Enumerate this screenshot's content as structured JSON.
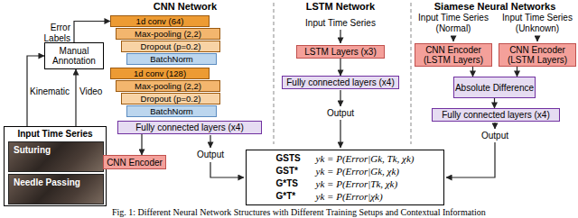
{
  "diagram": {
    "caption": "Fig. 1: Different Neural Network Structures with Different Training Setups and Contextual Information",
    "nodes": [
      {
        "text": [
          "Manual Annotation"
        ]
      },
      {
        "text": [
          "Input Time Series"
        ]
      },
      {
        "text": [
          "Suturing"
        ],
        "in": 1
      },
      {
        "text": [
          "Needle Passing"
        ],
        "in": 1
      },
      {
        "text": [
          "1d conv (64)"
        ]
      },
      {
        "text": [
          "Max-pooling (2,2)"
        ]
      },
      {
        "text": [
          "Dropout (p=0.2)"
        ]
      },
      {
        "text": [
          "BatchNorm"
        ]
      },
      {
        "text": [
          "1d conv (128)"
        ]
      },
      {
        "text": [
          "Max-pooling (2,2)"
        ]
      },
      {
        "text": [
          "Dropout (p=0.2)"
        ]
      },
      {
        "text": [
          "BatchNorm"
        ]
      },
      {
        "text": [
          "Fully connected layers (x4)"
        ]
      },
      {
        "text": [
          "CNN Encoder"
        ]
      },
      {
        "text": [
          "LSTM Layers (x3)"
        ]
      },
      {
        "text": [
          "Fully connected layers (x4)"
        ]
      },
      {
        "text": [
          "CNN Encoder (LSTM Layers)"
        ]
      },
      {
        "text": [
          "CNN Encoder (LSTM Layers)"
        ]
      },
      {
        "text": [
          "Absolute Difference"
        ]
      },
      {
        "text": [
          "Fully connected layers (x4)"
        ]
      },
      {
        "text": [
          "GSTS",
          "yk = P(Error|Gk, Tk, χk)",
          "GST*",
          "yk = P(Error|Gk, χk)",
          "G*TS",
          "yk = P(Error|Tk, χk)",
          "G*T*",
          "yk = P(Error|χk)"
        ]
      }
    ],
    "edges": [
      {
        "from": 1,
        "to": 0,
        "arrow": "to"
      },
      {
        "from": 1,
        "to": 0,
        "arrow": "to"
      },
      {
        "from": 0,
        "to": 4,
        "arrow": "to"
      },
      {
        "from": 12,
        "to": 13,
        "arrow": "to"
      },
      {
        "from": 14,
        "to": 15,
        "arrow": "to"
      },
      {
        "from": 16,
        "to": 18,
        "arrow": "to"
      },
      {
        "from": 17,
        "to": 18,
        "arrow": "to"
      },
      {
        "from": 18,
        "to": 19,
        "arrow": "to"
      }
    ],
    "labels": [
      "Error Labels",
      "Kinematic",
      "Video",
      "CNN Network",
      "LSTM Network",
      "Input Time Series",
      "Siamese Neural Networks",
      "Input Time Series (Normal)",
      "Input Time Series (Unknown)",
      "Output",
      "Output",
      "Output"
    ]
  }
}
